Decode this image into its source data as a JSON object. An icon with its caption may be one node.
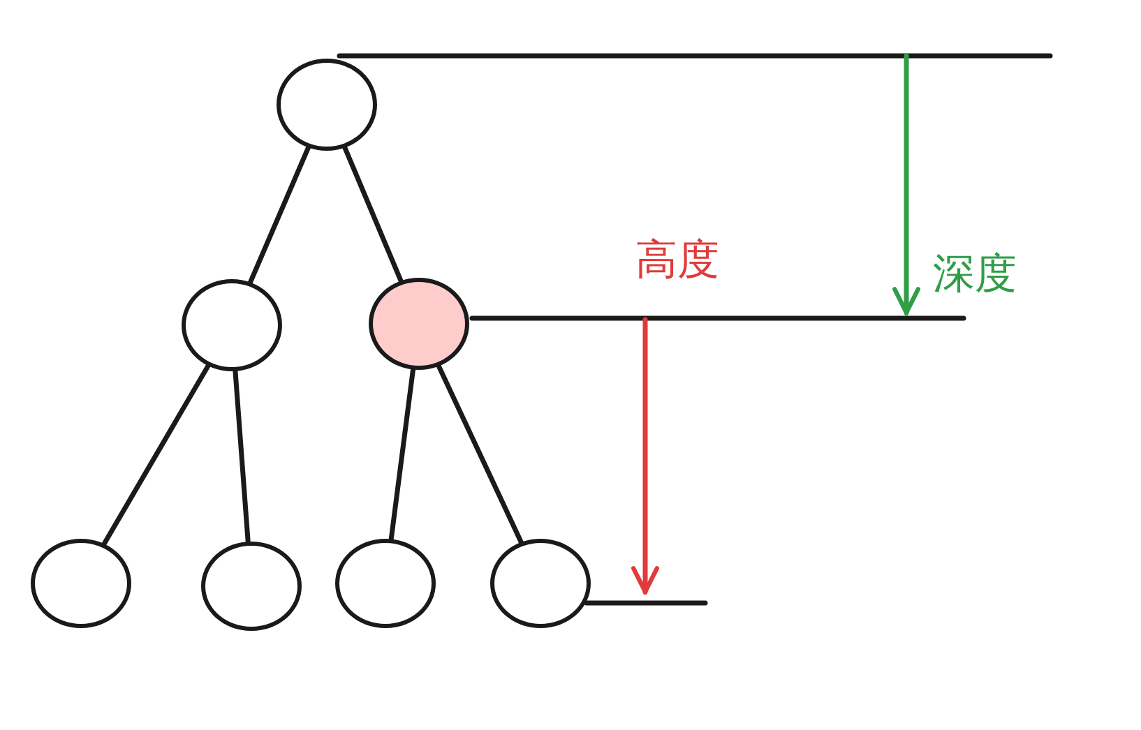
{
  "diagram": {
    "nodes": [
      {
        "text": [],
        "shape": "circle"
      },
      {
        "text": [],
        "shape": "circle"
      },
      {
        "text": [],
        "shape": "circle"
      },
      {
        "text": [],
        "shape": "circle"
      },
      {
        "text": [],
        "shape": "circle"
      },
      {
        "text": [],
        "shape": "circle"
      },
      {
        "text": [],
        "shape": "circle"
      }
    ],
    "edges": [
      {
        "from": 0,
        "to": 1,
        "arrow": "none"
      },
      {
        "from": 0,
        "to": 2,
        "arrow": "none"
      },
      {
        "from": 1,
        "to": 3,
        "arrow": "none"
      },
      {
        "from": 1,
        "to": 4,
        "arrow": "none"
      },
      {
        "from": 2,
        "to": 5,
        "arrow": "none"
      },
      {
        "from": 2,
        "to": 6,
        "arrow": "none"
      }
    ],
    "labels": [
      "高度",
      "深度"
    ]
  }
}
